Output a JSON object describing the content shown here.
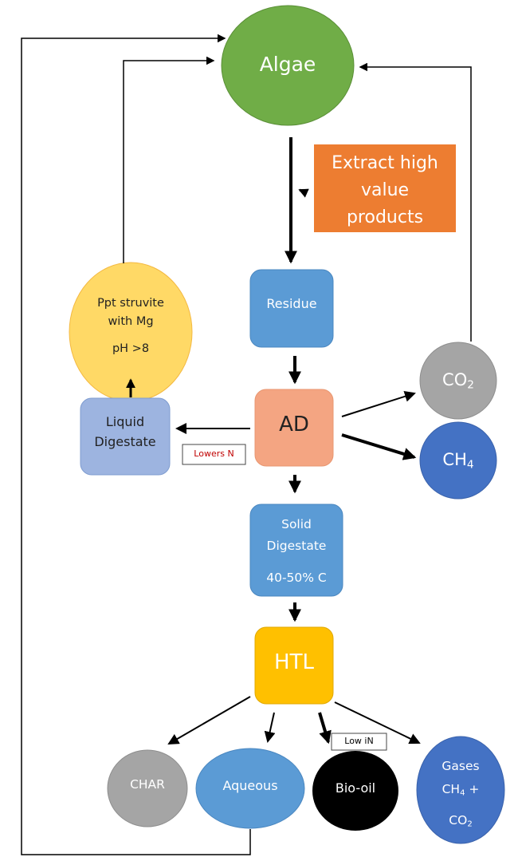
{
  "algae": "Algae",
  "extract": [
    "Extract high",
    "value",
    "products"
  ],
  "residue": "Residue",
  "ad": "AD",
  "ppt_struvite": [
    "Ppt struvite",
    "with Mg"
  ],
  "ph": "pH >8",
  "liquid_digestate": [
    "Liquid",
    "Digestate"
  ],
  "lowers_n": "Lowers N",
  "co2": {
    "main": "CO",
    "sub": "2"
  },
  "ch4": {
    "main": "CH",
    "sub": "4"
  },
  "solid_digestate": [
    "Solid",
    "Digestate"
  ],
  "carbon": "40-50% C",
  "htl": "HTL",
  "char": "CHAR",
  "aqueous": "Aqueous",
  "bio_oil": "Bio-oil",
  "low_in": "Low iN",
  "gases": {
    "line1": "Gases",
    "ch4_main": "CH",
    "ch4_sub": "4",
    "plus": " +",
    "co2_main": "CO",
    "co2_sub": "2"
  },
  "colors": {
    "algae": "#70AD47",
    "extract": "#ED7D31",
    "residue": "#5B9BD5",
    "ad": "#F4A582",
    "struvite": "#FFD966",
    "liquid": "#9DB4E0",
    "co2": "#A5A5A5",
    "ch4": "#4472C4",
    "htl": "#FFC000",
    "char": "#A5A5A5",
    "bio_oil": "#000000",
    "lowers_n_text": "#C00000"
  }
}
